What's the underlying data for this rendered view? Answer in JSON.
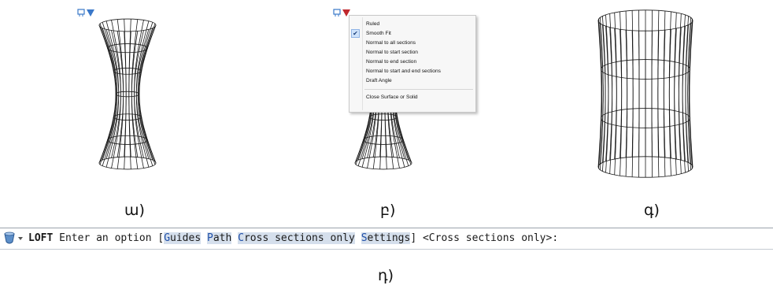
{
  "figure_labels": [
    "ա)",
    "բ)",
    "գ)",
    "դ)"
  ],
  "context_menu": {
    "items": [
      {
        "label": "Ruled",
        "checked": false
      },
      {
        "label": "Smooth Fit",
        "checked": true
      },
      {
        "label": "Normal to all sections",
        "checked": false
      },
      {
        "label": "Normal to start section",
        "checked": false
      },
      {
        "label": "Normal to end section",
        "checked": false
      },
      {
        "label": "Normal to start and end sections",
        "checked": false
      },
      {
        "label": "Draft Angle",
        "checked": false
      }
    ],
    "footer_item": {
      "label": "Close Surface or Solid"
    }
  },
  "command_line": {
    "command": "LOFT",
    "prompt": " Enter an option [",
    "options": [
      {
        "hotkey": "G",
        "rest": "uides"
      },
      {
        "hotkey": "P",
        "rest": "ath"
      },
      {
        "hotkey": "C",
        "rest": "ross sections only"
      },
      {
        "hotkey": "S",
        "rest": "ettings"
      }
    ],
    "suffix": "] <Cross sections only>:"
  },
  "colors": {
    "grip_blue": "#3a78c9",
    "grip_red": "#c0282d",
    "option_highlight": "#d5dfec",
    "hotkey": "#1f4fa8"
  }
}
